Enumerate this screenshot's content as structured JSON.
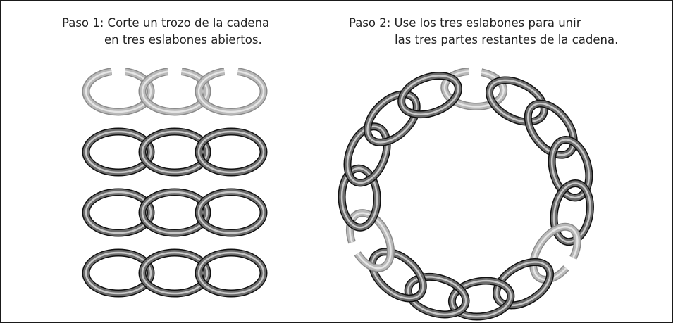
{
  "step1": {
    "line1": "Paso 1: Corte un trozo de la cadena",
    "line2": "en tres eslabones abiertos."
  },
  "step2": {
    "line1": "Paso 2: Use los tres eslabones para unir",
    "line2": "las tres partes restantes de la cadena."
  },
  "colors": {
    "open_link": "#b9b9b9",
    "closed_link": "#3a3a3a",
    "text": "#222222",
    "border": "#1a1a1a"
  },
  "links_per_row": 3
}
